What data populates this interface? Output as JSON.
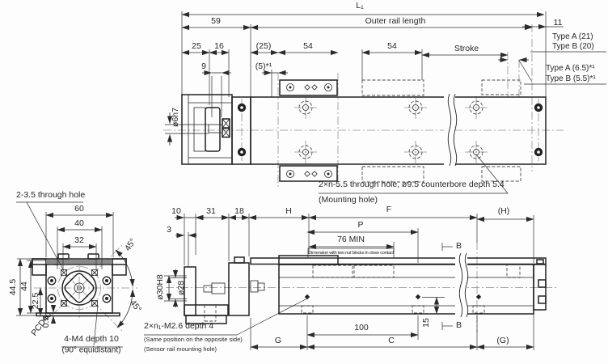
{
  "top_view": {
    "overall_len": "L₁",
    "outer_rail": "Outer rail length",
    "d59": "59",
    "d11": "11",
    "d25": "25",
    "d16": "16",
    "d25p": "(25)",
    "d54a": "54",
    "d54b": "54",
    "stroke": "Stroke",
    "d9": "9",
    "d5p": "(5)*¹",
    "shaft_dia": "ø6h7",
    "type_a_len": "Type A  (21)",
    "type_b_len": "Type B  (20)",
    "type_a_off": "Type A (6.5)*¹",
    "type_b_off": "Type B (5.5)*¹",
    "mounting_note_line1": "2×n-5.5 through hole,  ø9.5 counterbore depth 5.4",
    "mounting_note_line2": "(Mounting hole)"
  },
  "front_view": {
    "through_hole_note": "2-3.5 through hole",
    "d60": "60",
    "d40": "40",
    "d32": "32",
    "d44_5": "44.5",
    "d44": "44",
    "d22_5": "22.5",
    "d0_5": "0.5",
    "pcd": "PCD40",
    "tap_note_line1": "4-M4 depth 10",
    "tap_note_line2": "(90° equidistant)",
    "angle_upper": "45°",
    "angle_lower": "45°"
  },
  "side_view": {
    "bore_dia": "ø30H8",
    "boss_dia": "ø28",
    "d10": "10",
    "d31": "31",
    "d18": "18",
    "d3": "3",
    "dH": "H",
    "dF": "F",
    "dH_paren": "(H)",
    "dP": "P",
    "d76": "76 MIN",
    "nut_note": "Dimension with two nut blocks in close contact",
    "section_b_upper": "B",
    "section_b_lower": "B",
    "d15": "15",
    "d100": "100",
    "dG": "G",
    "dC": "C",
    "dG_paren": "(G)",
    "sensor_note_line1": "2×n₁-M2.6 depth 4",
    "sensor_note_line2": "(Same position on the opposite side)",
    "sensor_note_line3": "(Sensor rail mounting hole)"
  }
}
